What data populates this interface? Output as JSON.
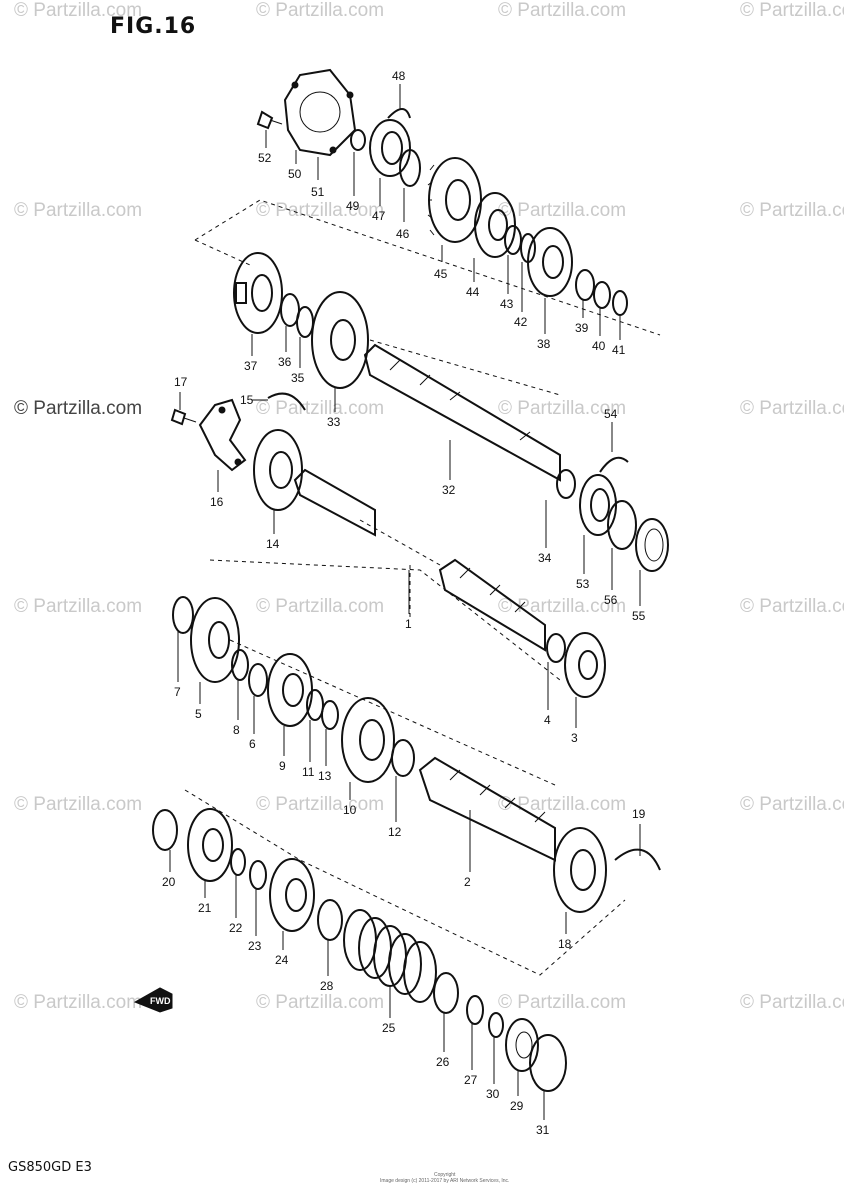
{
  "figure": {
    "title": "FIG.16",
    "model_code": "GS850GD E3",
    "copyright_line1": "Copyright",
    "copyright_line2": "Image design (c) 2011-2017 by ARI Network Services, Inc.",
    "fwd_label": "FWD"
  },
  "watermark": {
    "text": "© Partzilla.com"
  },
  "part_numbers": [
    "1",
    "2",
    "3",
    "4",
    "5",
    "6",
    "7",
    "8",
    "9",
    "10",
    "11",
    "12",
    "13",
    "14",
    "15",
    "16",
    "17",
    "18",
    "19",
    "20",
    "21",
    "22",
    "23",
    "24",
    "25",
    "26",
    "27",
    "28",
    "29",
    "30",
    "31",
    "32",
    "33",
    "34",
    "35",
    "36",
    "37",
    "38",
    "39",
    "40",
    "41",
    "42",
    "43",
    "44",
    "45",
    "46",
    "47",
    "48",
    "49",
    "50",
    "51",
    "52",
    "53",
    "54",
    "55",
    "56"
  ]
}
